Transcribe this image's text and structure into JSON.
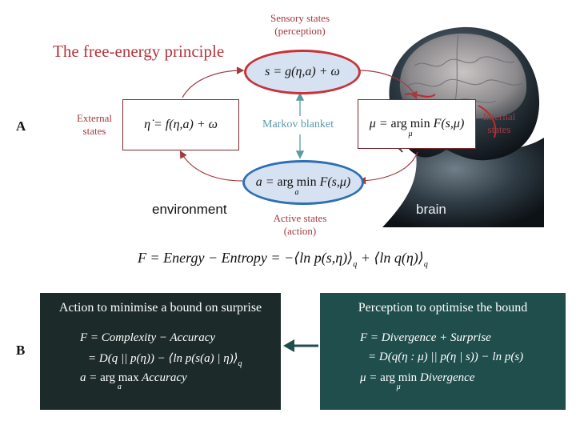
{
  "title": "The free-energy principle",
  "panel_a": {
    "letter": "A",
    "sensory": {
      "label_line1": "Sensory states",
      "label_line2": "(perception)",
      "equation": "s = g(η,a) + ω"
    },
    "external": {
      "label_line1": "External",
      "label_line2": "states",
      "equation": "η̇ = f(η,a) + ω"
    },
    "internal": {
      "label_line1": "Internal",
      "label_line2": "states",
      "eq_lhs": "μ = ",
      "eq_op": "arg min",
      "eq_sub": "μ",
      "eq_rhs": " F(s,μ)"
    },
    "active": {
      "label_line1": "Active states",
      "label_line2": "(action)",
      "eq_lhs": "a = ",
      "eq_op": "arg min",
      "eq_sub": "a",
      "eq_rhs": " F(s,μ)"
    },
    "markov_blanket": "Markov blanket",
    "environment": "environment",
    "brain": "brain",
    "free_energy": "F = Energy − Entropy = −⟨ln p(s,η)⟩",
    "free_energy_sub1": "q",
    "free_energy_mid": " + ⟨ln q(η)⟩",
    "free_energy_sub2": "q"
  },
  "panel_b": {
    "letter": "B",
    "left": {
      "heading": "Action to minimise a bound on surprise",
      "eq1": "F = Complexity − Accuracy",
      "eq2": "= D(q || p(η)) − ⟨ln p(s(a) | η)⟩",
      "eq2_sub": "q",
      "eq3_lhs": "a = ",
      "eq3_op": "arg max",
      "eq3_sub": "a",
      "eq3_rhs": " Accuracy"
    },
    "right": {
      "heading": "Perception to optimise the bound",
      "eq1": "F = Divergence + Surprise",
      "eq2": "= D(q(η : μ) || p(η | s)) − ln p(s)",
      "eq3_lhs": "μ = ",
      "eq3_op": "arg min",
      "eq3_sub": "μ",
      "eq3_rhs": " Divergence"
    }
  },
  "colors": {
    "title_red": "#b5343c",
    "label_red": "#a23a3f",
    "teal": "#5a9aa6",
    "panel_left": "#1c2b29",
    "panel_right": "#1f4e4c",
    "ellipse_fill": "#d6e2f1"
  }
}
